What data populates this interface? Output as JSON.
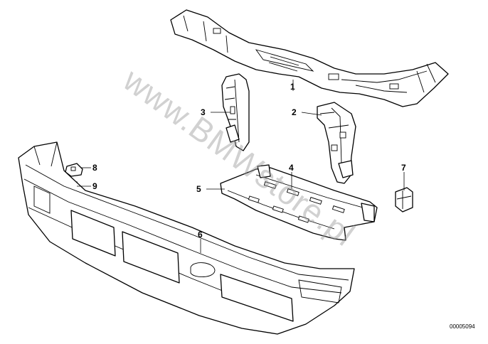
{
  "diagram": {
    "callouts": [
      "1",
      "2",
      "3",
      "4",
      "5",
      "6",
      "7",
      "8",
      "9"
    ],
    "catalog_code": "00005094",
    "watermark": "www.BMWstore.pl"
  }
}
